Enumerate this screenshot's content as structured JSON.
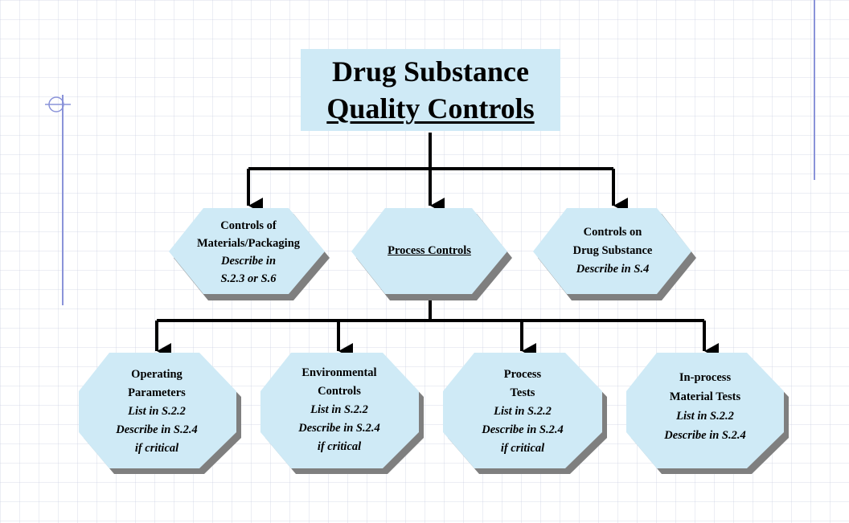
{
  "title": {
    "line1": "Drug Substance",
    "line2": "Quality Controls"
  },
  "top_nodes": [
    {
      "lines": [
        "Controls of",
        "Materials/Packaging"
      ],
      "ref_lines": [
        "Describe in",
        "S.2.3 or S.6"
      ]
    },
    {
      "lines": [
        "Process Controls"
      ],
      "ref_lines": []
    },
    {
      "lines": [
        "Controls on",
        "Drug Substance"
      ],
      "ref_lines": [
        "Describe in S.4"
      ]
    }
  ],
  "bottom_nodes": [
    {
      "lines": [
        "Operating",
        "Parameters"
      ],
      "ref_lines": [
        "List in S.2.2",
        "Describe in S.2.4",
        "if critical"
      ]
    },
    {
      "lines": [
        "Environmental",
        "Controls"
      ],
      "ref_lines": [
        "List in S.2.2",
        "Describe in S.2.4",
        "if critical"
      ]
    },
    {
      "lines": [
        "Process",
        "Tests"
      ],
      "ref_lines": [
        "List in S.2.2",
        "Describe in S.2.4",
        "if critical"
      ]
    },
    {
      "lines": [
        "In-process",
        "Material Tests"
      ],
      "ref_lines": [
        "List in S.2.2",
        "Describe in S.2.4"
      ]
    }
  ],
  "colors": {
    "node_fill": "#cfeaf6",
    "node_shadow": "#7f7f7f",
    "slide_accent": "#8a93d9",
    "connector": "#000000"
  }
}
